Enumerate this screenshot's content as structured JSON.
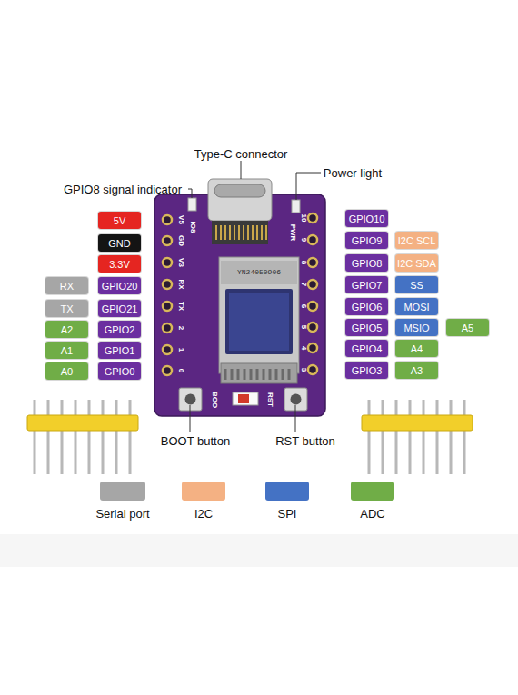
{
  "diagram": {
    "nodes": [
      {
        "text": [
          "5V"
        ]
      },
      {
        "text": [
          "GND"
        ]
      },
      {
        "text": [
          "3.3V"
        ]
      },
      {
        "text": [
          "RX"
        ]
      },
      {
        "text": [
          "GPIO20"
        ]
      },
      {
        "text": [
          "TX"
        ]
      },
      {
        "text": [
          "GPIO21"
        ]
      },
      {
        "text": [
          "A2"
        ]
      },
      {
        "text": [
          "GPIO2"
        ]
      },
      {
        "text": [
          "A1"
        ]
      },
      {
        "text": [
          "GPIO1"
        ]
      },
      {
        "text": [
          "A0"
        ]
      },
      {
        "text": [
          "GPIO0"
        ]
      },
      {
        "text": [
          "GPIO10"
        ]
      },
      {
        "text": [
          "GPIO9"
        ]
      },
      {
        "text": [
          "I2C SCL"
        ]
      },
      {
        "text": [
          "GPIO8"
        ]
      },
      {
        "text": [
          "I2C SDA"
        ]
      },
      {
        "text": [
          "GPIO7"
        ]
      },
      {
        "text": [
          "SS"
        ]
      },
      {
        "text": [
          "GPIO6"
        ]
      },
      {
        "text": [
          "MOSI"
        ]
      },
      {
        "text": [
          "GPIO5"
        ]
      },
      {
        "text": [
          "MSIO"
        ]
      },
      {
        "text": [
          "A5"
        ]
      },
      {
        "text": [
          "GPIO4"
        ]
      },
      {
        "text": [
          "A4"
        ]
      },
      {
        "text": [
          "GPIO3"
        ]
      },
      {
        "text": [
          "A3"
        ]
      }
    ],
    "labels": [
      "Type-C connector",
      "Power light",
      "GPIO8 signal indicator",
      "BOOT button",
      "RST button",
      "V5",
      "GD",
      "V3",
      "RX",
      "TX",
      "2",
      "1",
      "0",
      "IO8",
      "PWR",
      "10",
      "9",
      "8",
      "7",
      "6",
      "5",
      "4",
      "3",
      "BOO",
      "RST",
      "YN24050906"
    ],
    "legend": [
      {
        "text": "Serial port",
        "color": "#a6a6a6"
      },
      {
        "text": "I2C",
        "color": "#f4b183"
      },
      {
        "text": "SPI",
        "color": "#4472c4"
      },
      {
        "text": "ADC",
        "color": "#70ad47"
      }
    ]
  }
}
